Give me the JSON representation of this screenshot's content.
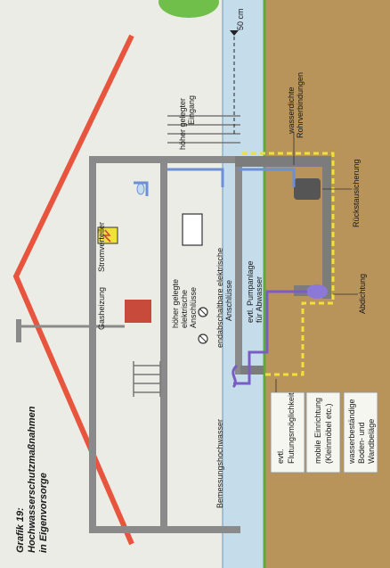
{
  "title": {
    "line1": "Grafik 19:",
    "line2": "Hochwasserschutzmaßnahmen",
    "line3": "in Eigenvorsorge"
  },
  "labels": {
    "gasheizung": "Gasheizung",
    "stromverteiler": "Stromverteiler",
    "hoeher_elektrische_1": "höher gelegte",
    "hoeher_elektrische_2": "elektrische",
    "hoeher_elektrische_3": "Anschlüsse",
    "endabschaltbare_1": "endabschaltbare elektrische",
    "endabschaltbare_2": "Anschlüsse",
    "pumpanlage_1": "evtl. Pumpanlage",
    "pumpanlage_2": "für Abwasser",
    "hoeher_eingang_1": "höher gelegter",
    "hoeher_eingang_2": "Eingang",
    "rohr_1": "wasserdichte",
    "rohr_2": "Rohrverbindungen",
    "rueckstau": "Rückstausicherung",
    "abdichtung": "Abdichtung",
    "bemessung": "Bemessungshochwasser",
    "height_marker": "50 cm"
  },
  "legend": {
    "box1_l1": "evtl.",
    "box1_l2": "Flutungsmöglichkeit",
    "box2_l1": "mobile Einrichtung",
    "box2_l2": "(Kleinmöbel etc.)",
    "box3_l1": "wasserbeständige",
    "box3_l2": "Boden- und",
    "box3_l3": "Wandbeläge"
  },
  "colors": {
    "soil": "#b8935a",
    "water": "#c5dceb",
    "roof": "#e8553f",
    "wall": "#8a8a8a",
    "dashed_seal": "#f0e03a",
    "pipe_blue": "#6d8fd6",
    "pipe_purple": "#7b5cc5",
    "heater": "#c84a3a",
    "tree": "#5faa3f"
  }
}
